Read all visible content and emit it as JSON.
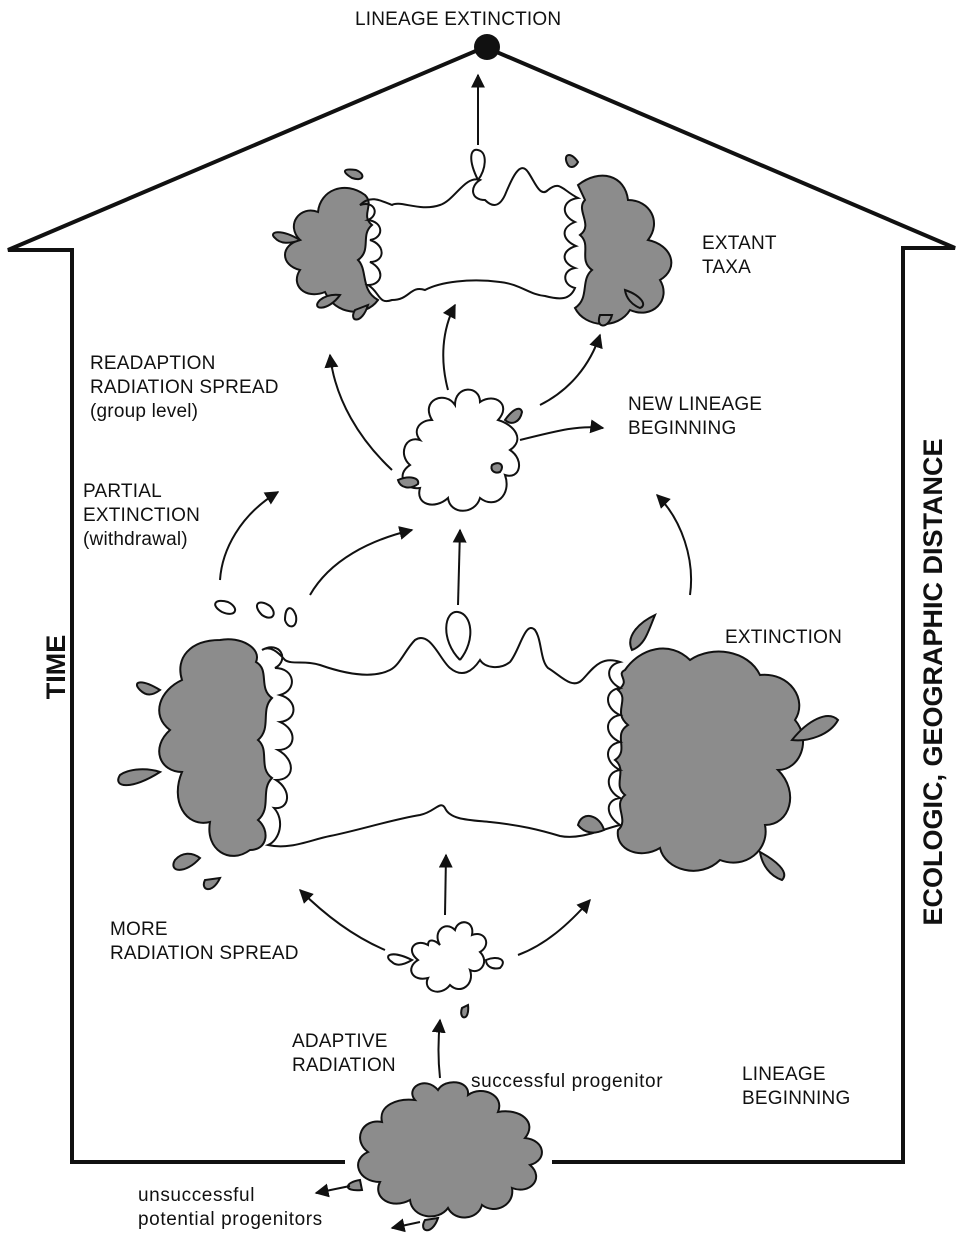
{
  "labels": {
    "lineage_extinction": "LINEAGE EXTINCTION",
    "extant_taxa": "EXTANT\nTAXA",
    "readaption": "READAPTION\nRADIATION SPREAD\n(group level)",
    "new_lineage": "NEW LINEAGE\nBEGINNING",
    "partial_extinction": "PARTIAL\nEXTINCTION\n(withdrawal)",
    "extinction": "EXTINCTION",
    "more_radiation": "MORE\nRADIATION SPREAD",
    "adaptive_radiation": "ADAPTIVE\nRADIATION",
    "successful_progenitor": "successful progenitor",
    "lineage_beginning": "LINEAGE\nBEGINNING",
    "unsuccessful": "unsuccessful\npotential progenitors"
  },
  "axes": {
    "time": "TIME",
    "distance": "ECOLOGIC, GEOGRAPHIC DISTANCE"
  },
  "colors": {
    "stroke": "#111111",
    "shaded": "#8c8c8c",
    "background": "#ffffff"
  }
}
